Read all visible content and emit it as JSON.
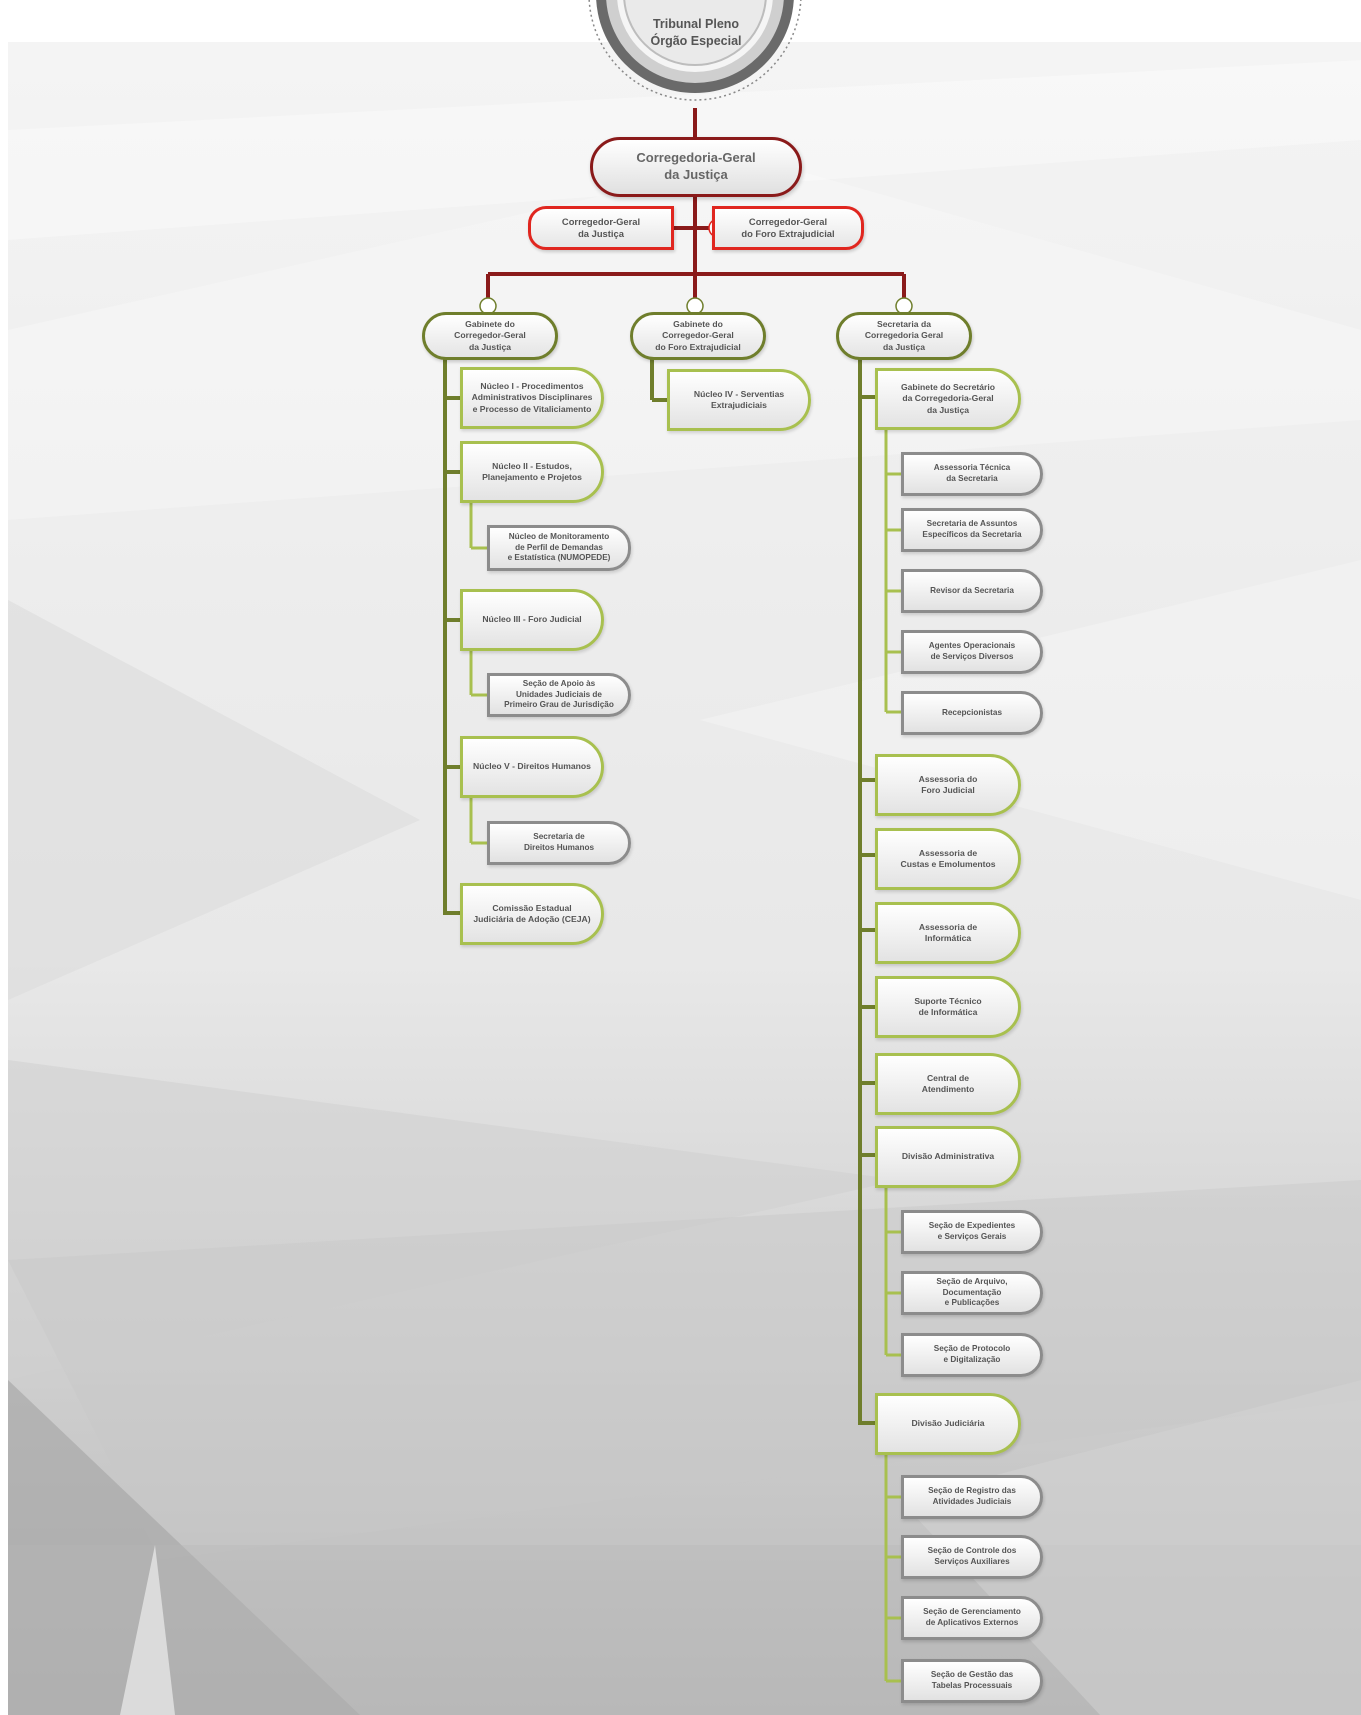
{
  "top": "Tribunal Pleno\nÓrgão Especial",
  "corregedoria": "Corregedoria-Geral\nda Justiça",
  "corregedor_justica": "Corregedor-Geral\nda Justiça",
  "corregedor_foro": "Corregedor-Geral\ndo Foro Extrajudicial",
  "gab_corregedor": "Gabinete do\nCorregedor-Geral\nda Justiça",
  "gab_foro": "Gabinete do\nCorregedor-Geral\ndo Foro Extrajudicial",
  "secretaria": "Secretaria da\nCorregedoria Geral\nda Justiça",
  "left_col": {
    "nucleo1": "Núcleo I - Procedimentos\nAdministrativos Disciplinares\ne Processo de Vitaliciamento",
    "nucleo2": "Núcleo II - Estudos,\nPlanejamento e Projetos",
    "numopede": "Núcleo de Monitoramento\nde Perfil de Demandas\ne Estatística (NUMOPEDE)",
    "nucleo3": "Núcleo III - Foro Judicial",
    "secao_apoio": "Seção de Apoio às\nUnidades Judiciais de\nPrimeiro Grau de Jurisdição",
    "nucleo5": "Núcleo V - Direitos Humanos",
    "sec_dh": "Secretaria de\nDireitos Humanos",
    "ceja": "Comissão Estadual\nJudiciária de Adoção (CEJA)"
  },
  "mid_col": {
    "nucleo4": "Núcleo IV - Serventias\nExtrajudiciais"
  },
  "right_col": {
    "gab_secretario": "Gabinete do Secretário\nda Corregedoria-Geral\nda Justiça",
    "assessoria_tecnica": "Assessoria Técnica\nda Secretaria",
    "sec_assuntos": "Secretaria de Assuntos\nEspecíficos da Secretaria",
    "revisor": "Revisor da Secretaria",
    "agentes": "Agentes Operacionais\nde Serviços Diversos",
    "recepcionistas": "Recepcionistas",
    "assessoria_foro": "Assessoria do\nForo Judicial",
    "assessoria_custas": "Assessoria de\nCustas e Emolumentos",
    "assessoria_informatica": "Assessoria de\nInformática",
    "suporte": "Suporte Técnico\nde Informática",
    "central": "Central de\nAtendimento",
    "div_admin": "Divisão Administrativa",
    "secao_expedientes": "Seção de Expedientes\ne Serviços Gerais",
    "secao_arquivo": "Seção de Arquivo,\nDocumentação\ne Publicações",
    "secao_protocolo": "Seção de Protocolo\ne Digitalização",
    "div_judiciaria": "Divisão Judiciária",
    "secao_registro": "Seção de Registro das\nAtividades Judiciais",
    "secao_controle": "Seção de Controle dos\nServiços Auxiliares",
    "secao_gerenciamento": "Seção de Gerenciamento\nde Aplicativos Externos",
    "secao_gestao": "Seção de Gestão das\nTabelas Processuais"
  },
  "colors": {
    "dark_red": "#8a1a1a",
    "bright_red": "#e0261f",
    "olive": "#6f7e2c",
    "light_green": "#a8c04f",
    "gray_border": "#8c8c8c"
  }
}
